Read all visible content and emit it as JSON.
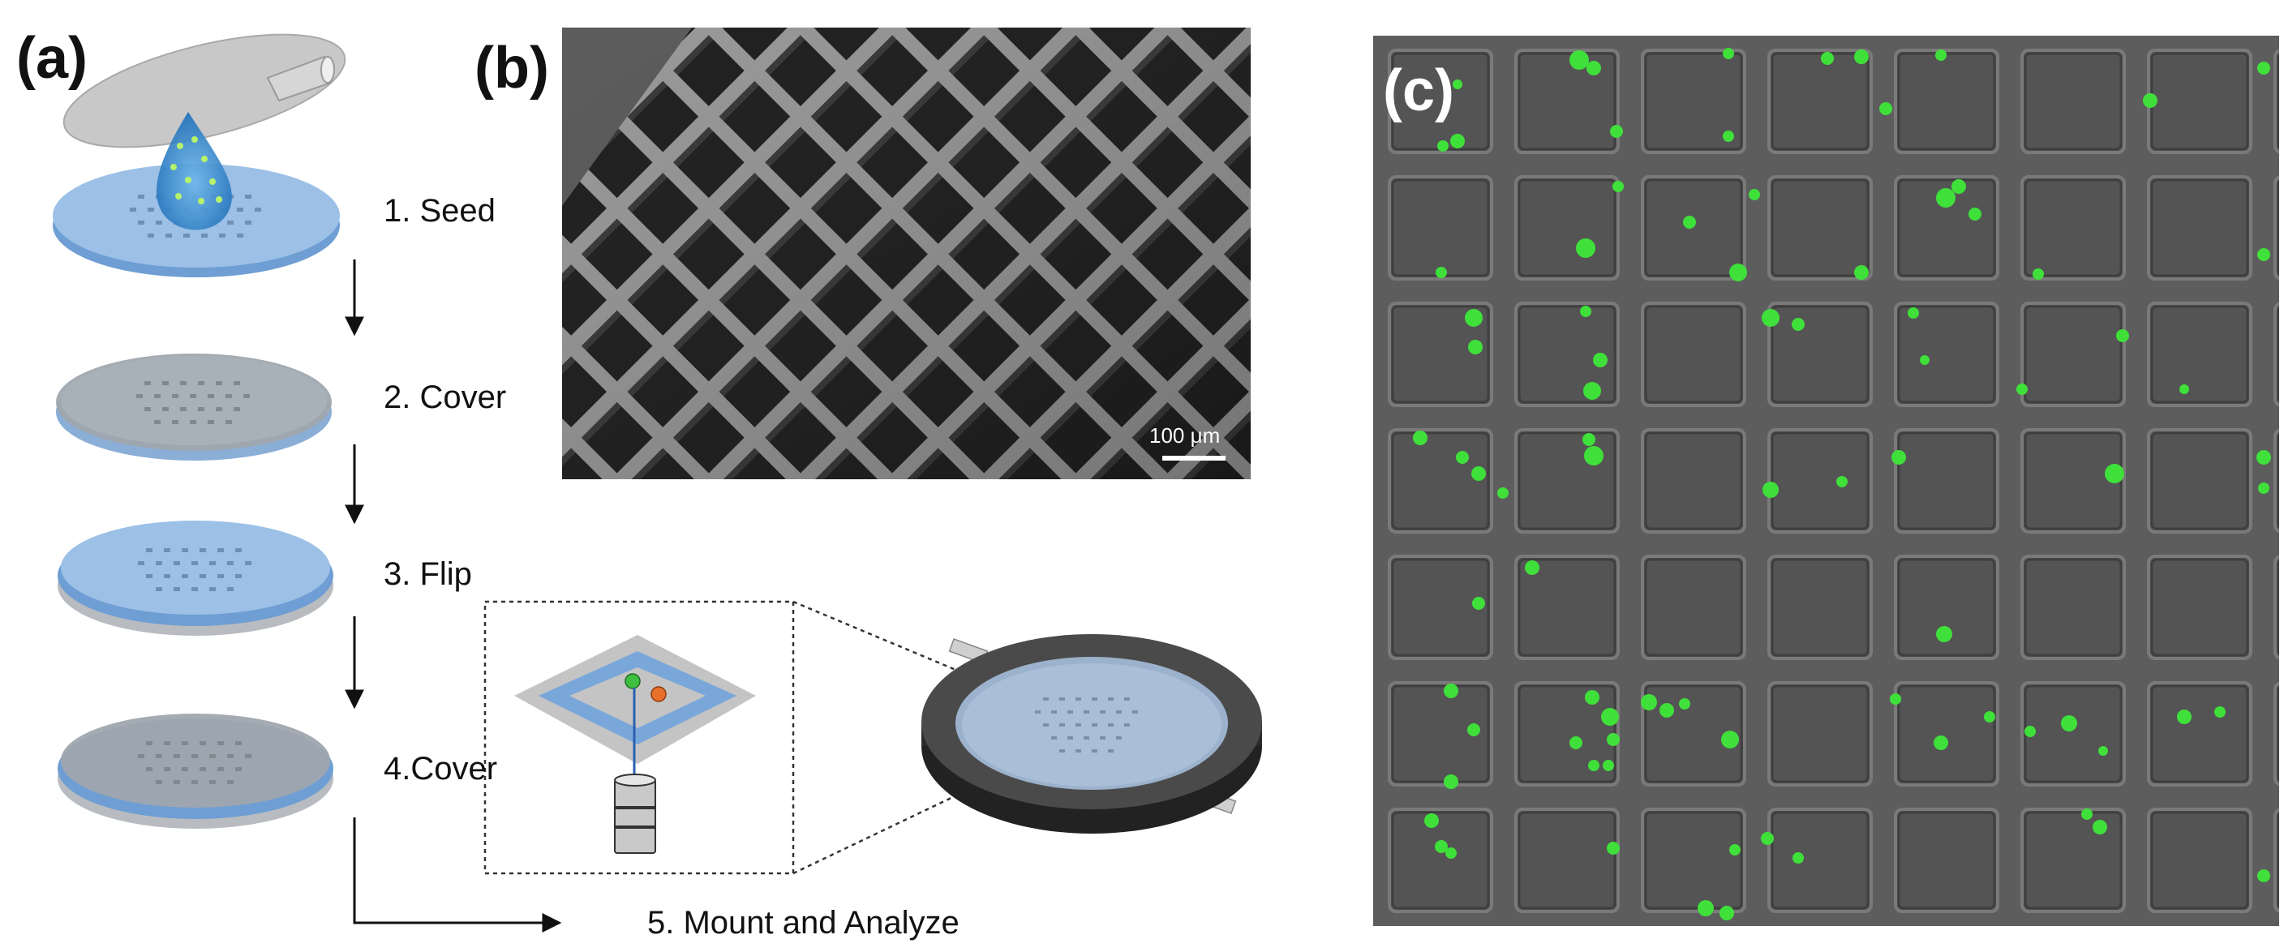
{
  "panel_a": {
    "label": "(a)",
    "steps": [
      "1. Seed",
      "2. Cover",
      "3. Flip",
      "4.Cover",
      "5. Mount and Analyze"
    ]
  },
  "panel_b": {
    "label": "(b)",
    "scale_bar": "100 μm"
  },
  "panel_c": {
    "label": "(c)"
  },
  "colors": {
    "pdms_blue": "#8fb4de",
    "cover_gray": "#b9bdc2",
    "cell_green": "#3fe03a",
    "sem_dark": "#1f1f1f",
    "micrograph_gray": "#5a5a5a"
  }
}
